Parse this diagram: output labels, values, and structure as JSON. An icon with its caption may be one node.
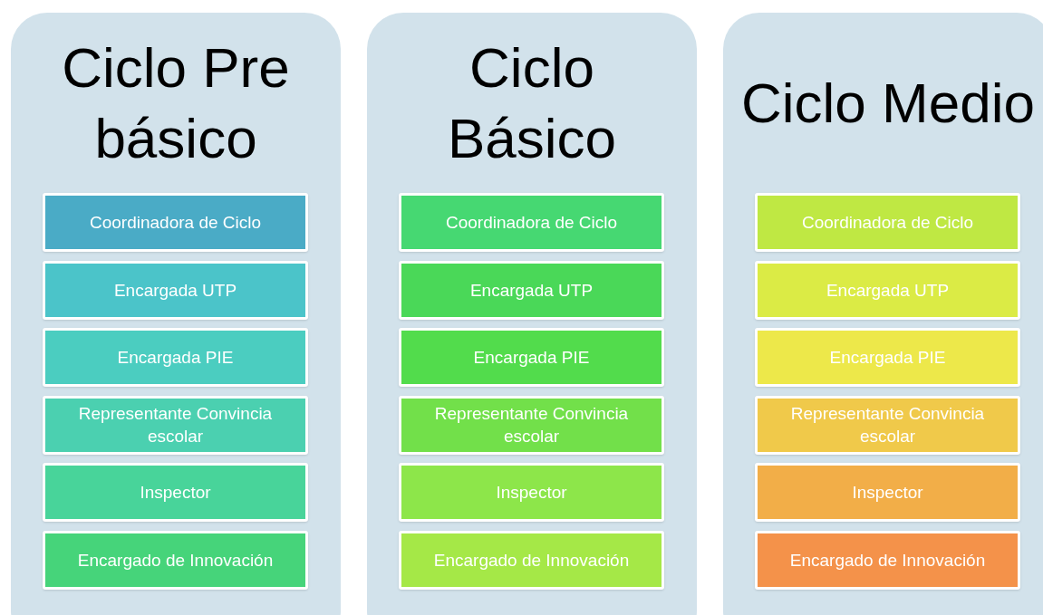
{
  "diagram": {
    "nodes": [
      {
        "text": [
          "Ciclo Pre básico"
        ]
      },
      {
        "text": [
          "Coordinadora de Ciclo"
        ],
        "in": 0
      },
      {
        "text": [
          "Encargada UTP"
        ],
        "in": 0
      },
      {
        "text": [
          "Encargada PIE"
        ],
        "in": 0
      },
      {
        "text": [
          "Representante Convincia escolar"
        ],
        "in": 0
      },
      {
        "text": [
          "Inspector"
        ],
        "in": 0
      },
      {
        "text": [
          "Encargado de Innovación"
        ],
        "in": 0
      },
      {
        "text": [
          "Ciclo Básico"
        ]
      },
      {
        "text": [
          "Coordinadora de Ciclo"
        ],
        "in": 7
      },
      {
        "text": [
          "Encargada UTP"
        ],
        "in": 7
      },
      {
        "text": [
          "Encargada PIE"
        ],
        "in": 7
      },
      {
        "text": [
          "Representante Convincia escolar"
        ],
        "in": 7
      },
      {
        "text": [
          "Inspector"
        ],
        "in": 7
      },
      {
        "text": [
          "Encargado de Innovación"
        ],
        "in": 7
      },
      {
        "text": [
          "Ciclo Medio"
        ]
      },
      {
        "text": [
          "Coordinadora de Ciclo"
        ],
        "in": 14
      },
      {
        "text": [
          "Encargada UTP"
        ],
        "in": 14
      },
      {
        "text": [
          "Encargada PIE"
        ],
        "in": 14
      },
      {
        "text": [
          "Representante Convincia escolar"
        ],
        "in": 14
      },
      {
        "text": [
          "Inspector"
        ],
        "in": 14
      },
      {
        "text": [
          "Encargado de Innovación"
        ],
        "in": 14
      }
    ]
  }
}
